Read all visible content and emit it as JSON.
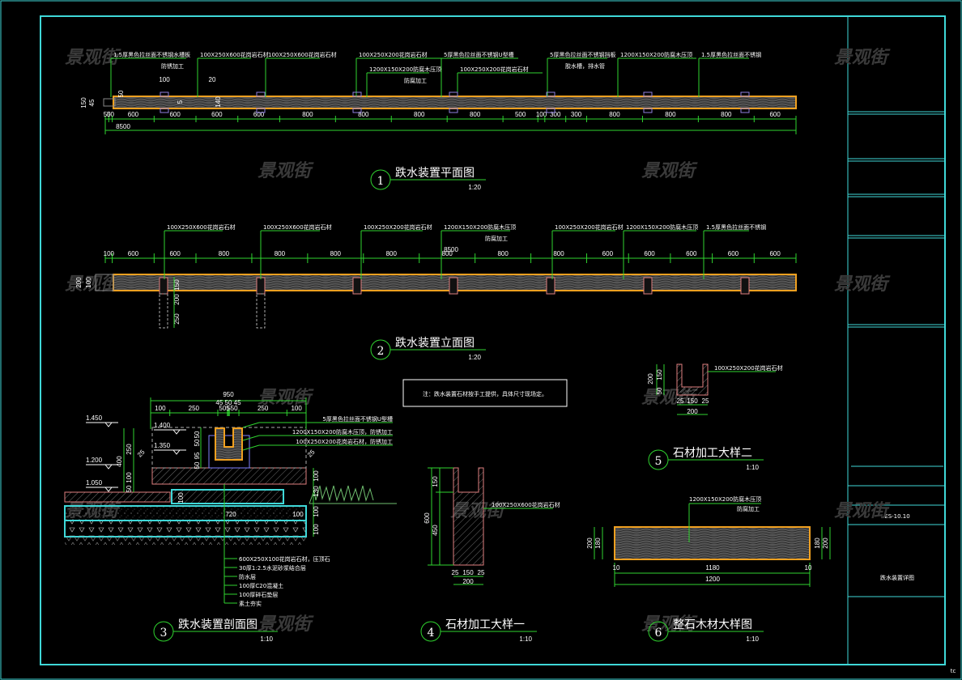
{
  "watermark": "景观街",
  "colors": {
    "background": "#000000",
    "frame": "#3fd8d8",
    "dimension": "#2fd42f",
    "wood_outline": "#f0a020",
    "stone_outline": "#e08080",
    "text": "#ffffff"
  },
  "drawings": {
    "plan": {
      "number": "1",
      "title": "跌水装置平面图",
      "scale": "1:20",
      "callouts": [
        {
          "line1": "1.5厚黑色拉丝面不锈钢水槽板",
          "line2": "防锈加工"
        },
        {
          "line1": "100X250X600花岗岩石材",
          "line2": ""
        },
        {
          "line1": "100X250X600花岗岩石材",
          "line2": ""
        },
        {
          "line1": "100X250X200花岗岩石材",
          "line2": ""
        },
        {
          "line1": "1200X150X200防腐木压顶",
          "line2": "防腐加工"
        },
        {
          "line1": "5厚黑色拉丝面不锈钢U型槽",
          "line2": ""
        },
        {
          "line1": "100X250X200花岗岩石材",
          "line2": ""
        },
        {
          "line1": "5厚黑色拉丝面不锈钢挡板",
          "line2": "胶水槽，排水管"
        },
        {
          "line1": "1200X150X200防腐木压顶",
          "line2": ""
        },
        {
          "line1": "1.5厚黑色拉丝面不锈钢",
          "line2": ""
        }
      ],
      "small_dims": [
        "100",
        "20",
        "150",
        "45",
        "50",
        "45",
        "5",
        "140",
        "5"
      ],
      "segments": [
        "50",
        "50",
        "600",
        "600",
        "600",
        "600",
        "800",
        "800",
        "800",
        "800",
        "500",
        "100",
        "300",
        "300",
        "800",
        "800",
        "800",
        "600"
      ],
      "total": "8500"
    },
    "elevation": {
      "number": "2",
      "title": "跌水装置立面图",
      "scale": "1:20",
      "callouts": [
        {
          "line1": "100X250X600花岗岩石材",
          "line2": ""
        },
        {
          "line1": "100X250X600花岗岩石材",
          "line2": ""
        },
        {
          "line1": "100X250X200花岗岩石材",
          "line2": ""
        },
        {
          "line1": "1200X150X200防腐木压顶",
          "line2": "防腐加工"
        },
        {
          "line1": "100X250X200花岗岩石材",
          "line2": ""
        },
        {
          "line1": "1200X150X200防腐木压顶",
          "line2": ""
        },
        {
          "line1": "1.5厚黑色拉丝面不锈钢",
          "line2": ""
        }
      ],
      "side_dims": [
        "200",
        "100",
        "100"
      ],
      "post_dims": [
        "150",
        "50",
        "200",
        "250"
      ],
      "segments": [
        "100",
        "600",
        "600",
        "800",
        "800",
        "800",
        "800",
        "800",
        "800",
        "800",
        "600",
        "600",
        "600",
        "600",
        "600"
      ],
      "total": "8500"
    },
    "section": {
      "number": "3",
      "title": "跌水装置剖面图",
      "scale": "1:10",
      "top_total": "950",
      "top_sub": "45 50 45",
      "top_dims": [
        "100",
        "250",
        "50",
        "5",
        "5",
        "50",
        "250",
        "100"
      ],
      "levels": [
        "1.450",
        "1.400",
        "1.350",
        "1.200",
        "1.050"
      ],
      "left_dims": [
        "250",
        "400",
        "100",
        "50"
      ],
      "mid_dims": [
        "50",
        "50",
        "95",
        "50"
      ],
      "right_dims": [
        "100",
        "130",
        "100",
        "100"
      ],
      "inner_dims": [
        "100",
        "720",
        "100"
      ],
      "slopes": [
        "25",
        "25"
      ],
      "callouts": [
        "5厚黑色拉丝面不锈钢U型槽",
        "1200X150X200防腐木压顶，防锈加工",
        "100X250X200花岗岩石材，防锈加工"
      ],
      "layers": [
        "600X250X100花岗岩石材，压顶石",
        "30厚1:2.5水泥砂浆结合层",
        "防水层",
        "100厚C20混凝土",
        "100厚碎石垫层",
        "素土夯实"
      ]
    },
    "stone_detail_1": {
      "number": "4",
      "title": "石材加工大样一",
      "scale": "1:10",
      "callout": "100X250X600花岗岩石材",
      "height_total": "600",
      "height_dims": [
        "150",
        "450"
      ],
      "width_dims": [
        "25",
        "150",
        "25"
      ],
      "width_total": "200"
    },
    "stone_detail_2": {
      "number": "5",
      "title": "石材加工大样二",
      "scale": "1:10",
      "callout": "100X250X200花岗岩石材",
      "height_total": "200",
      "height_dims": [
        "150",
        "50"
      ],
      "width_dims": [
        "25",
        "150",
        "25"
      ],
      "width_total": "200"
    },
    "wood_detail": {
      "number": "6",
      "title": "整石木材大样图",
      "scale": "1:10",
      "callout": {
        "line1": "1200X150X200防腐木压顶",
        "line2": "防腐加工"
      },
      "left_dims": [
        "200",
        "180"
      ],
      "right_dims": [
        "180",
        "200"
      ],
      "width_dims": [
        "10",
        "1180",
        "10"
      ],
      "width_total": "1200"
    }
  },
  "note": "注：跌水装置石材按手工提供，具体尺寸现场定。",
  "title_block": {
    "drawing_no": "ES-10.10",
    "drawing_name": "跌水装置详图",
    "corner": "tc"
  }
}
